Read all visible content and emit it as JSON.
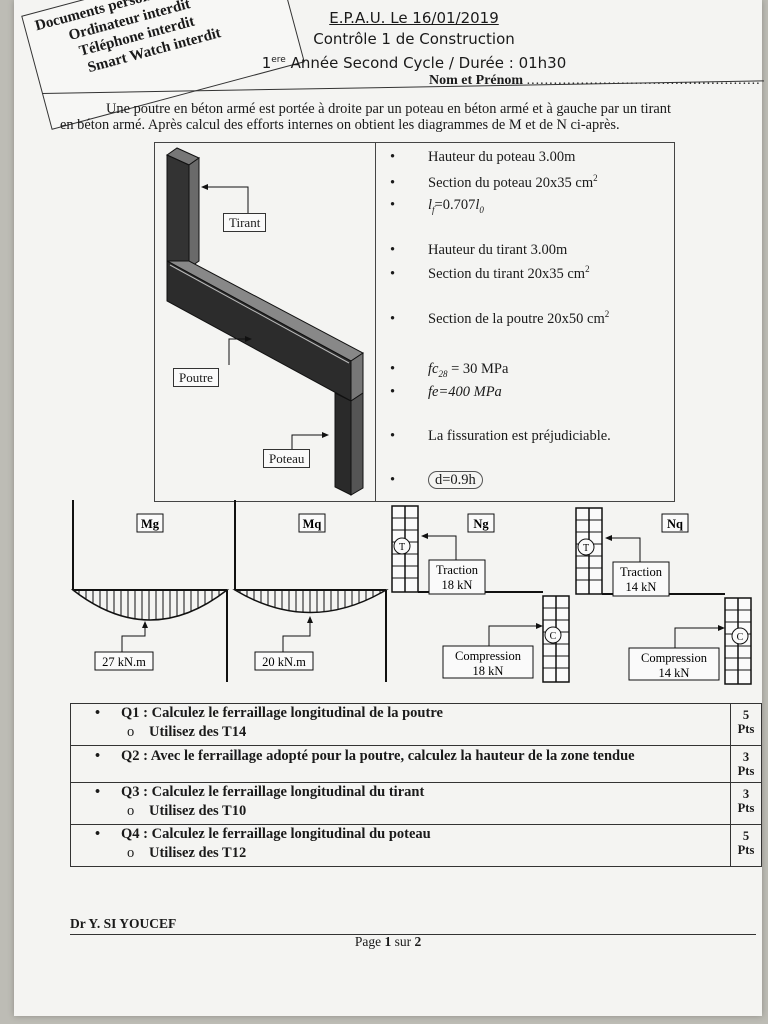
{
  "stamp": {
    "lines": [
      "Documents personnels",
      "Ordinateur interdit",
      "Téléphone interdit",
      "Smart Watch interdit"
    ]
  },
  "header": {
    "school": "E.P.A.U. Le 16/01/2019",
    "exam": "Contrôle 1 de Construction",
    "year_prefix": "1",
    "year_sup": "ere",
    "year_rest": " Année Second Cycle / Durée : 01h30",
    "name_label": "Nom et Prénom",
    "name_dots": "...................................................."
  },
  "intro": {
    "line1": "Une poutre en béton armé est portée à droite par un poteau en béton armé et à gauche par un tirant",
    "line2": "en béton armé. Après calcul des efforts internes on obtient les diagrammes de M et de N ci-après."
  },
  "figure_labels": {
    "tirant": "Tirant",
    "poutre": "Poutre",
    "poteau": "Poteau"
  },
  "specs": {
    "s1": "Hauteur du poteau 3.00m",
    "s2": "Section du poteau 20x35 cm",
    "s3_lf": "l",
    "s3_f": "f",
    "s3_eq": "=0.707",
    "s3_l0": "l",
    "s3_0": "0",
    "s4": "Hauteur du tirant 3.00m",
    "s5": "Section du tirant 20x35 cm",
    "s6": "Section de la poutre 20x50 cm",
    "s7_a": "fc",
    "s7_sub": "28",
    "s7_b": " = 30 MPa",
    "s8": "fe=400 MPa",
    "s9": "La fissuration est préjudiciable.",
    "s10": "d=0.9h",
    "sq": "2",
    "bullet": "•"
  },
  "diagrams": {
    "mg": {
      "tag": "Mg",
      "value": "27 kN.m"
    },
    "mq": {
      "tag": "Mq",
      "value": "20 kN.m"
    },
    "ng": {
      "tag": "Ng",
      "t": "T",
      "c": "C",
      "traction_label": "Traction",
      "traction_value": "18 kN",
      "compression_label": "Compression",
      "compression_value": "18 kN"
    },
    "nq": {
      "tag": "Nq",
      "t": "T",
      "c": "C",
      "traction_label": "Traction",
      "traction_value": "14 kN",
      "compression_label": "Compression",
      "compression_value": "14 kN"
    }
  },
  "questions": [
    {
      "label": "Q1 : Calculez le ferraillage longitudinal de la poutre",
      "sub": "Utilisez des T14",
      "pts": "5",
      "pts_unit": "Pts"
    },
    {
      "label": "Q2 : Avec le ferraillage adopté pour la poutre, calculez la hauteur de la zone tendue",
      "sub": "",
      "pts": "3",
      "pts_unit": "Pts"
    },
    {
      "label": "Q3 : Calculez le ferraillage longitudinal du tirant",
      "sub": "Utilisez des T10",
      "pts": "3",
      "pts_unit": "Pts"
    },
    {
      "label": "Q4 : Calculez le ferraillage longitudinal du poteau",
      "sub": "Utilisez des T12",
      "pts": "5",
      "pts_unit": "Pts"
    }
  ],
  "bullets": {
    "main": "•",
    "sub": "o"
  },
  "footer": {
    "author": "Dr Y. SI YOUCEF",
    "page_a": "Page ",
    "page_n": "1",
    "page_b": " sur ",
    "page_t": "2"
  }
}
